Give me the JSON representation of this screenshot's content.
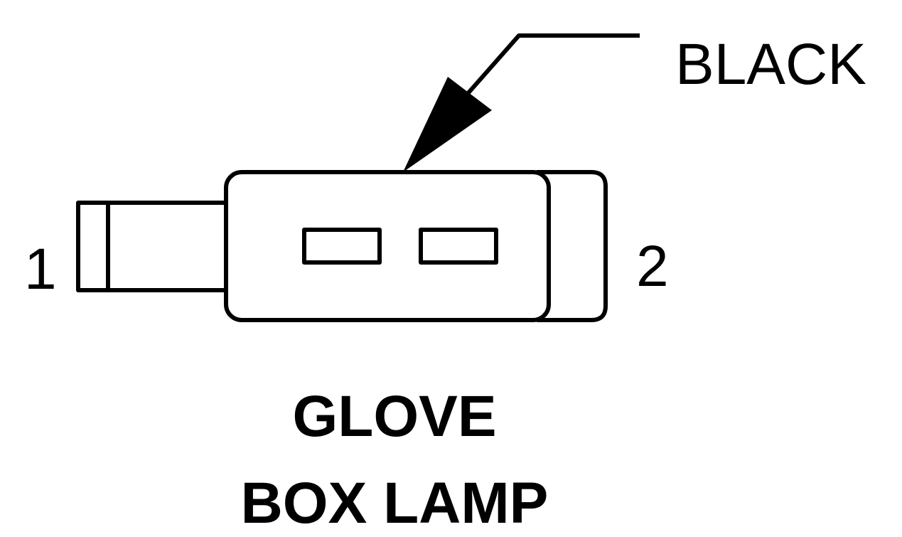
{
  "connector": {
    "color_label": "BLACK",
    "pins": [
      {
        "number": "1"
      },
      {
        "number": "2"
      }
    ]
  },
  "title": {
    "line1": "GLOVE",
    "line2": "BOX LAMP"
  },
  "colors": {
    "stroke": "#000000",
    "background": "#ffffff"
  }
}
